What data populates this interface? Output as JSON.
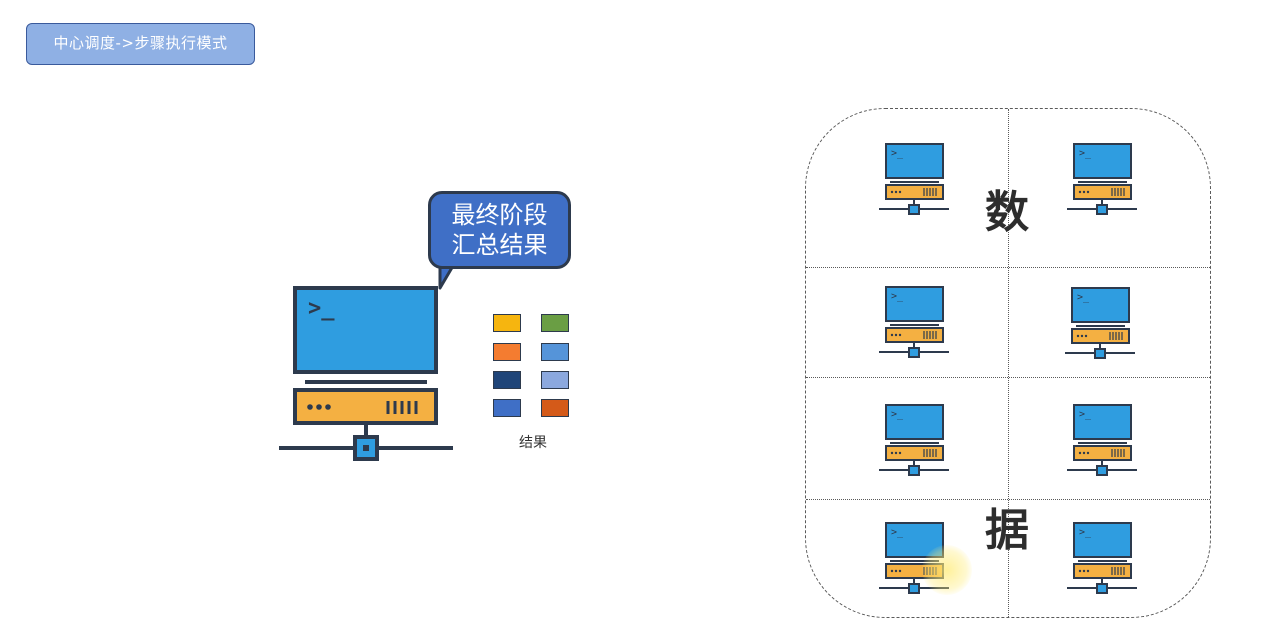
{
  "header": {
    "mode_label": "中心调度->步骤执行模式"
  },
  "master": {
    "bubble_line1": "最终阶段",
    "bubble_line2": "汇总结果",
    "result_label": "结果",
    "swatch_colors": [
      "#f6b50f",
      "#6a9e44",
      "#f47c30",
      "#5594d9",
      "#1f4579",
      "#8ba8de",
      "#3f6fc6",
      "#d45a19"
    ]
  },
  "cluster": {
    "char_top": "数",
    "char_bottom": "据",
    "node_count": 8
  },
  "colors": {
    "screen": "#2f9de0",
    "server": "#f4b042",
    "outline": "#2d3a4d",
    "badge": "#8fb0e4",
    "bubble": "#3f6fc6"
  }
}
